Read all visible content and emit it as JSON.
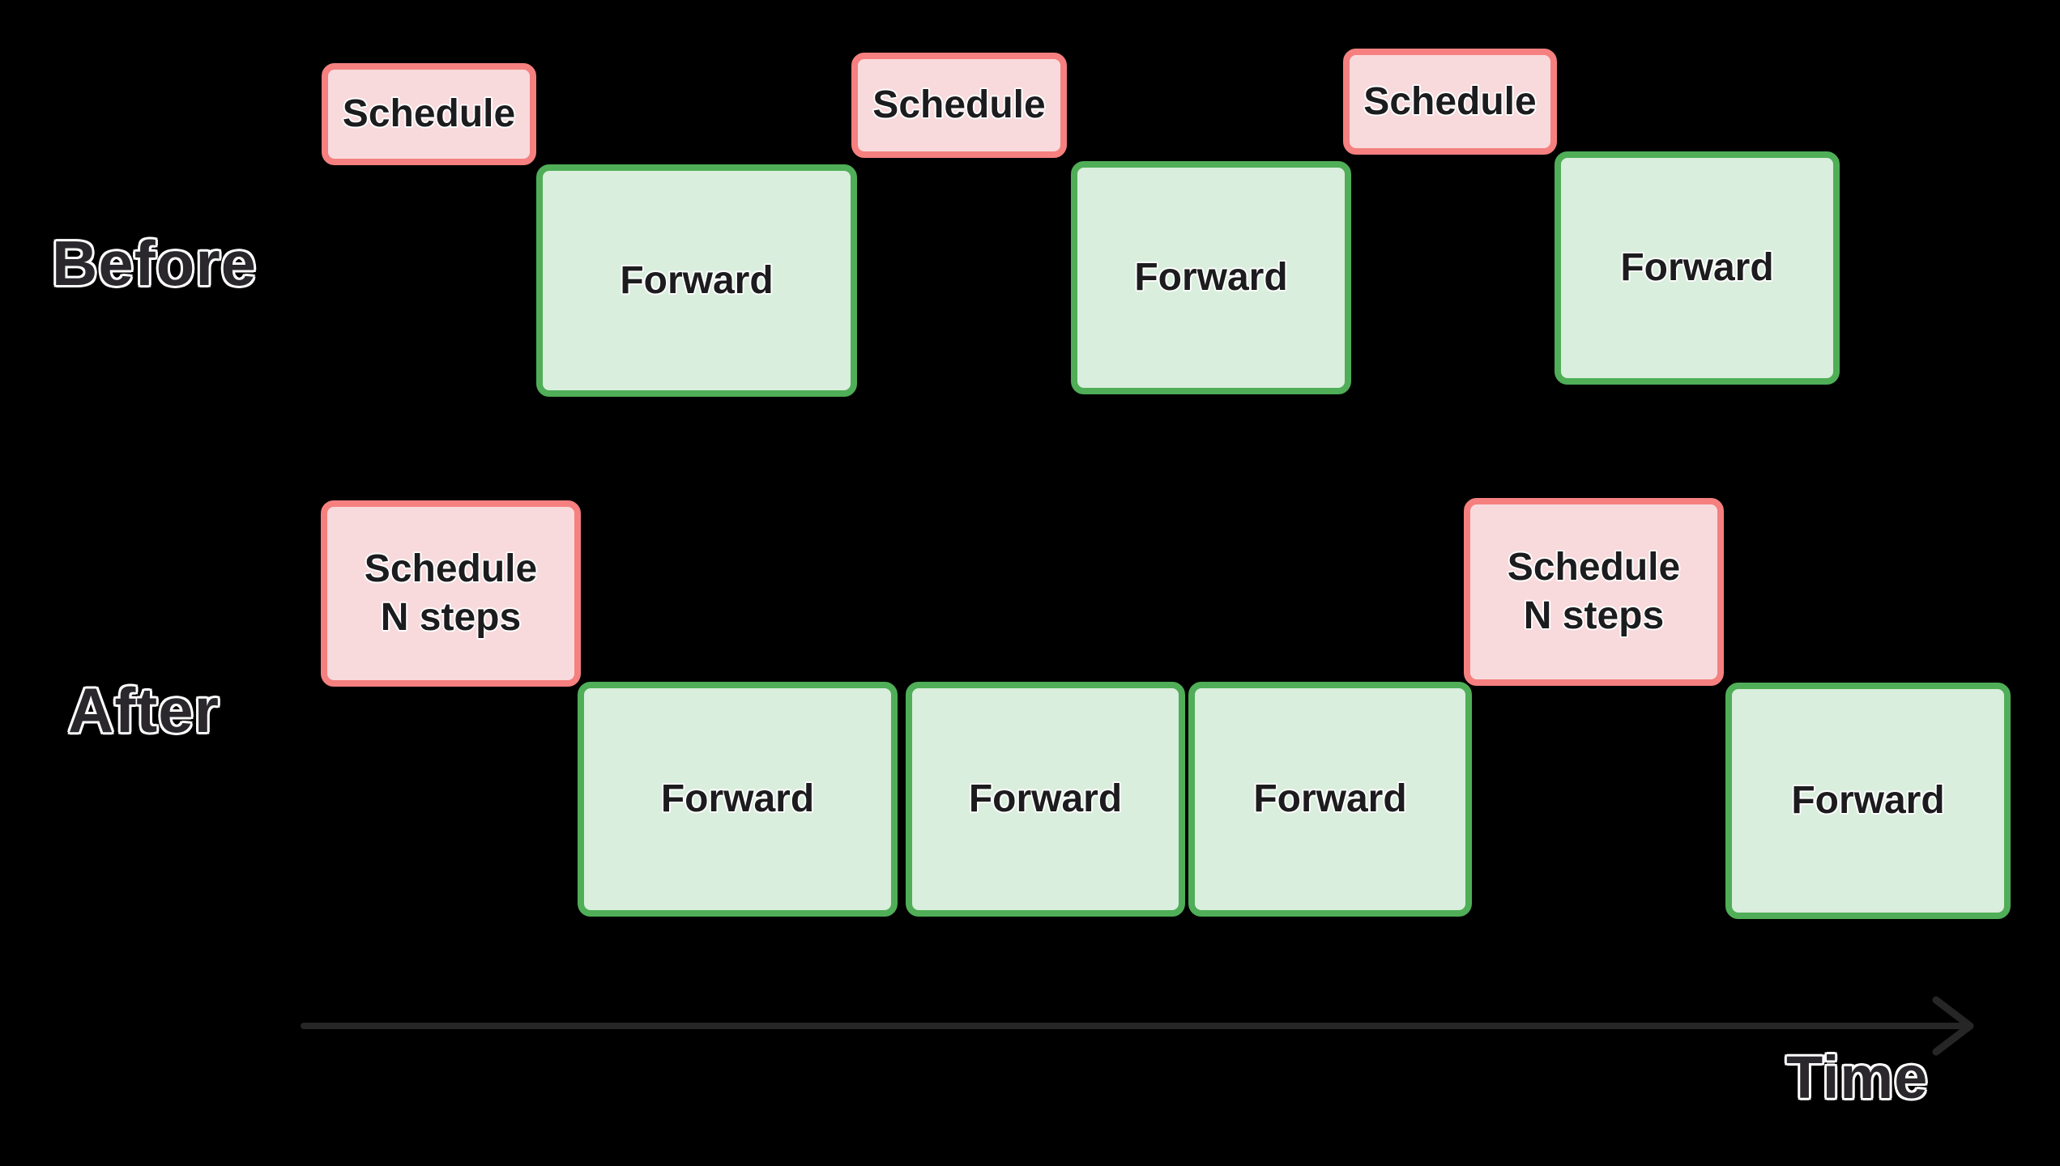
{
  "background_color": "#000000",
  "colors": {
    "schedule_fill": "#f8dadc",
    "schedule_border": "#f5807f",
    "forward_fill": "#daeedd",
    "forward_border": "#4fae57",
    "box_text": "#1c1c1e",
    "big_label_text": "#2a282c",
    "big_label_outline": "#ffffff",
    "arrow": "#262626"
  },
  "rows": [
    {
      "id": "before",
      "label": "Before",
      "boxes": [
        {
          "kind": "schedule",
          "label": "Schedule"
        },
        {
          "kind": "forward",
          "label": "Forward"
        },
        {
          "kind": "schedule",
          "label": "Schedule"
        },
        {
          "kind": "forward",
          "label": "Forward"
        },
        {
          "kind": "schedule",
          "label": "Schedule"
        },
        {
          "kind": "forward",
          "label": "Forward"
        }
      ]
    },
    {
      "id": "after",
      "label": "After",
      "boxes": [
        {
          "kind": "schedule",
          "label_lines": [
            "Schedule",
            "N steps"
          ]
        },
        {
          "kind": "forward",
          "label": "Forward"
        },
        {
          "kind": "forward",
          "label": "Forward"
        },
        {
          "kind": "forward",
          "label": "Forward"
        },
        {
          "kind": "schedule",
          "label_lines": [
            "Schedule",
            "N steps"
          ]
        },
        {
          "kind": "forward",
          "label": "Forward"
        }
      ]
    }
  ],
  "axis": {
    "label": "Time",
    "direction": "right"
  }
}
